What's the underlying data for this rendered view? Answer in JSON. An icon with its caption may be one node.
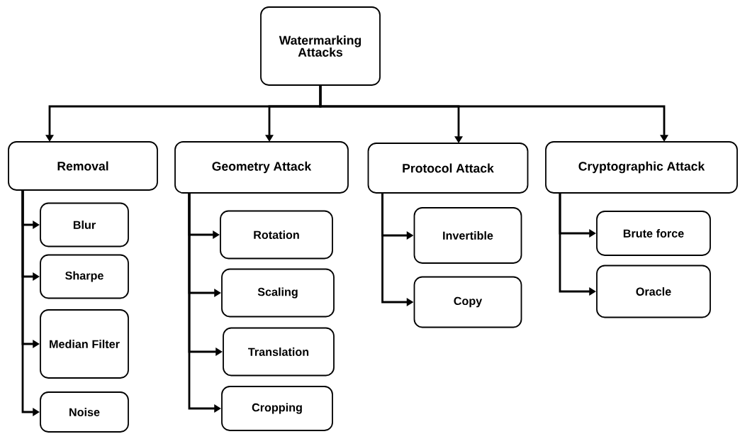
{
  "diagram": {
    "nodes": [
      {
        "text": [
          "Watermarking Attacks"
        ]
      },
      {
        "text": [
          "Removal"
        ]
      },
      {
        "text": [
          "Geometry Attack"
        ]
      },
      {
        "text": [
          "Protocol Attack"
        ]
      },
      {
        "text": [
          "Cryptographic Attack"
        ]
      },
      {
        "text": [
          "Blur"
        ]
      },
      {
        "text": [
          "Sharpe"
        ]
      },
      {
        "text": [
          "Median Filter"
        ]
      },
      {
        "text": [
          "Noise"
        ]
      },
      {
        "text": [
          "Rotation"
        ]
      },
      {
        "text": [
          "Scaling"
        ]
      },
      {
        "text": [
          "Translation"
        ]
      },
      {
        "text": [
          "Cropping"
        ]
      },
      {
        "text": [
          "Invertible"
        ]
      },
      {
        "text": [
          "Copy"
        ]
      },
      {
        "text": [
          "Brute force"
        ]
      },
      {
        "text": [
          "Oracle"
        ]
      }
    ],
    "edges": [
      {
        "from": 0,
        "to": 1,
        "arrow": "to"
      },
      {
        "from": 0,
        "to": 2,
        "arrow": "to"
      },
      {
        "from": 0,
        "to": 3,
        "arrow": "to"
      },
      {
        "from": 0,
        "to": 4,
        "arrow": "to"
      },
      {
        "from": 1,
        "to": 5,
        "arrow": "to"
      },
      {
        "from": 1,
        "to": 6,
        "arrow": "to"
      },
      {
        "from": 1,
        "to": 7,
        "arrow": "to"
      },
      {
        "from": 1,
        "to": 8,
        "arrow": "to"
      },
      {
        "from": 2,
        "to": 9,
        "arrow": "to"
      },
      {
        "from": 2,
        "to": 10,
        "arrow": "to"
      },
      {
        "from": 2,
        "to": 11,
        "arrow": "to"
      },
      {
        "from": 2,
        "to": 12,
        "arrow": "to"
      },
      {
        "from": 3,
        "to": 13,
        "arrow": "to"
      },
      {
        "from": 3,
        "to": 14,
        "arrow": "to"
      },
      {
        "from": 4,
        "to": 15,
        "arrow": "to"
      },
      {
        "from": 4,
        "to": 16,
        "arrow": "to"
      }
    ]
  }
}
